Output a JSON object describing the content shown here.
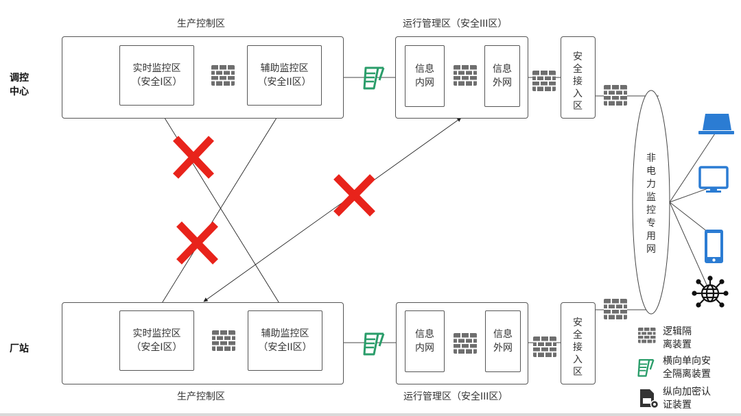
{
  "rows": {
    "top": "调控\n中心",
    "bottom": "厂站"
  },
  "top": {
    "production_title": "生产控制区",
    "realtime": "实时监控区\n（安全I区）",
    "auxiliary": "辅助监控区\n（安全II区）",
    "ops_title": "运行管理区（安全III区）",
    "inner": "信息\n内网",
    "outer": "信息\n外网",
    "access": "安全接入区"
  },
  "bottom": {
    "production_title": "生产控制区",
    "realtime": "实时监控区\n（安全I区）",
    "auxiliary": "辅助监控区\n（安全II区）",
    "ops_title": "运行管理区（安全III区）",
    "inner": "信息\n内网",
    "outer": "信息\n外网",
    "access": "安全接入区"
  },
  "network": "非电力监控专用网",
  "legend": {
    "logic": "逻辑隔\n离装置",
    "oneway": "横向单向安\n全隔离装置",
    "auth": "纵向加密认\n证装置"
  },
  "devices": [
    "laptop-icon",
    "monitor-icon",
    "phone-icon",
    "globe-network-icon"
  ],
  "colors": {
    "cross": "#e8231b",
    "firewall": "#6e6e6e",
    "oneway": "#2a9d6a",
    "device": "#2b7cd3"
  }
}
